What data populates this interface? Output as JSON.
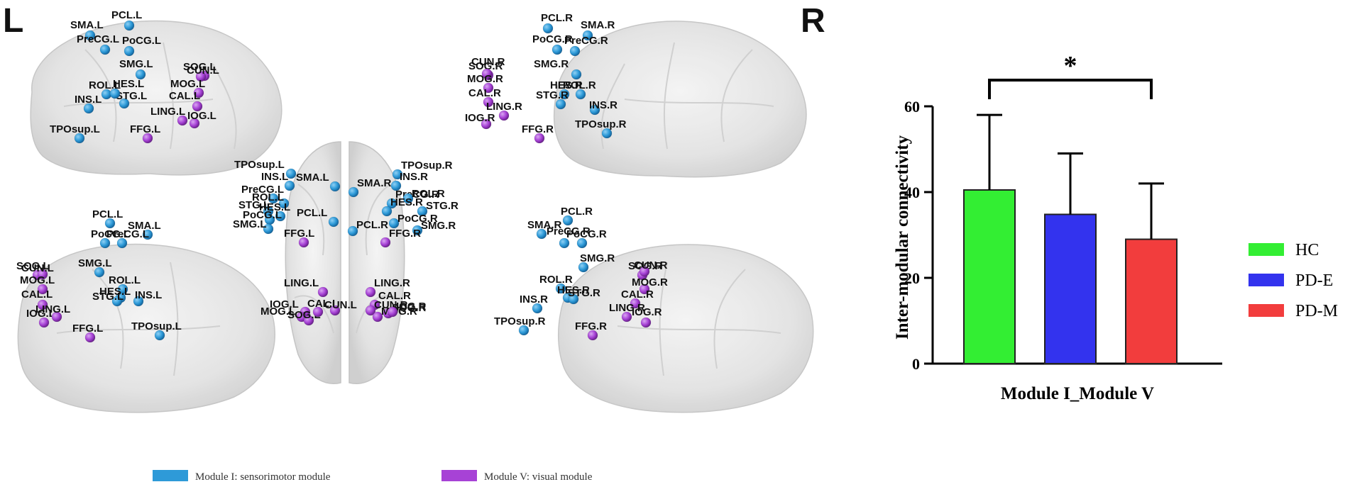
{
  "figure": {
    "left_label": "L",
    "right_label": "R"
  },
  "colors": {
    "module1": "#2e9ad8",
    "module5": "#a742d6",
    "hc": "#33ee33",
    "pde": "#3333ee",
    "pdm": "#f23d3d"
  },
  "legend_modules": [
    {
      "label": "Module I: sensorimotor module",
      "color": "#2e9ad8"
    },
    {
      "label": "Module V: visual module",
      "color": "#a742d6"
    }
  ],
  "brain_views": [
    {
      "view": "left-lateral",
      "nodes": [
        {
          "label": "PCL.L",
          "module": 1
        },
        {
          "label": "SMA.L",
          "module": 1
        },
        {
          "label": "PreCG.L",
          "module": 1
        },
        {
          "label": "PoCG.L",
          "module": 1
        },
        {
          "label": "SMG.L",
          "module": 1
        },
        {
          "label": "ROL.L",
          "module": 1
        },
        {
          "label": "STG.L",
          "module": 1
        },
        {
          "label": "HES.L",
          "module": 1
        },
        {
          "label": "INS.L",
          "module": 1
        },
        {
          "label": "TPOsup.L",
          "module": 1
        },
        {
          "label": "SOG.L",
          "module": 5
        },
        {
          "label": "CUN.L",
          "module": 5
        },
        {
          "label": "MOG.L",
          "module": 5
        },
        {
          "label": "CAL.L",
          "module": 5
        },
        {
          "label": "LING.L",
          "module": 5
        },
        {
          "label": "IOG.L",
          "module": 5
        },
        {
          "label": "FFG.L",
          "module": 5
        }
      ]
    },
    {
      "view": "right-lateral",
      "nodes": [
        {
          "label": "PCL.R",
          "module": 1
        },
        {
          "label": "SMA.R",
          "module": 1
        },
        {
          "label": "PoCG.R",
          "module": 1
        },
        {
          "label": "PreCG.R",
          "module": 1
        },
        {
          "label": "SMG.R",
          "module": 1
        },
        {
          "label": "ROL.R",
          "module": 1
        },
        {
          "label": "HES.R",
          "module": 1
        },
        {
          "label": "STG.R",
          "module": 1
        },
        {
          "label": "INS.R",
          "module": 1
        },
        {
          "label": "TPOsup.R",
          "module": 1
        },
        {
          "label": "SOG.R",
          "module": 5
        },
        {
          "label": "CUN.R",
          "module": 5
        },
        {
          "label": "MOG.R",
          "module": 5
        },
        {
          "label": "CAL.R",
          "module": 5
        },
        {
          "label": "LING.R",
          "module": 5
        },
        {
          "label": "IOG.R",
          "module": 5
        },
        {
          "label": "FFG.R",
          "module": 5
        }
      ]
    },
    {
      "view": "dorsal",
      "nodes": [
        {
          "label": "TPOsup.L",
          "module": 1
        },
        {
          "label": "INS.L",
          "module": 1
        },
        {
          "label": "SMA.L",
          "module": 1
        },
        {
          "label": "PreCG.L",
          "module": 1
        },
        {
          "label": "ROL.L",
          "module": 1
        },
        {
          "label": "STG.L",
          "module": 1
        },
        {
          "label": "HES.L",
          "module": 1
        },
        {
          "label": "PoCG.L",
          "module": 1
        },
        {
          "label": "PCL.L",
          "module": 1
        },
        {
          "label": "SMG.L",
          "module": 1
        },
        {
          "label": "FFG.L",
          "module": 5
        },
        {
          "label": "LING.L",
          "module": 5
        },
        {
          "label": "IOG.L",
          "module": 5
        },
        {
          "label": "MOG.L",
          "module": 5
        },
        {
          "label": "SOG.L",
          "module": 5
        },
        {
          "label": "CAL.L",
          "module": 5
        },
        {
          "label": "CUN.L",
          "module": 5
        },
        {
          "label": "TPOsup.R",
          "module": 1
        },
        {
          "label": "INS.R",
          "module": 1
        },
        {
          "label": "SMA.R",
          "module": 1
        },
        {
          "label": "PreCG.R",
          "module": 1
        },
        {
          "label": "ROL.R",
          "module": 1
        },
        {
          "label": "HES.R",
          "module": 1
        },
        {
          "label": "STG.R",
          "module": 1
        },
        {
          "label": "PoCG.R",
          "module": 1
        },
        {
          "label": "PCL.R",
          "module": 1
        },
        {
          "label": "SMG.R",
          "module": 1
        },
        {
          "label": "FFG.R",
          "module": 5
        },
        {
          "label": "LING.R",
          "module": 5
        },
        {
          "label": "CAL.R",
          "module": 5
        },
        {
          "label": "CUN.R",
          "module": 5
        },
        {
          "label": "SOG.R",
          "module": 5
        },
        {
          "label": "MOG.R",
          "module": 5
        },
        {
          "label": "IOG.R",
          "module": 5
        }
      ]
    },
    {
      "view": "left-medial",
      "nodes": [
        {
          "label": "PCL.L",
          "module": 1
        },
        {
          "label": "SMA.L",
          "module": 1
        },
        {
          "label": "PoCG.L",
          "module": 1
        },
        {
          "label": "PreCG.L",
          "module": 1
        },
        {
          "label": "SMG.L",
          "module": 1
        },
        {
          "label": "ROL.L",
          "module": 1
        },
        {
          "label": "HES.L",
          "module": 1
        },
        {
          "label": "STG.L",
          "module": 1
        },
        {
          "label": "INS.L",
          "module": 1
        },
        {
          "label": "TPOsup.L",
          "module": 1
        },
        {
          "label": "SOG.L",
          "module": 5
        },
        {
          "label": "CUN.L",
          "module": 5
        },
        {
          "label": "MOG.L",
          "module": 5
        },
        {
          "label": "CAL.L",
          "module": 5
        },
        {
          "label": "IOG.L",
          "module": 5
        },
        {
          "label": "LING.L",
          "module": 5
        },
        {
          "label": "FFG.L",
          "module": 5
        }
      ]
    },
    {
      "view": "right-medial",
      "nodes": [
        {
          "label": "PCL.R",
          "module": 1
        },
        {
          "label": "SMA.R",
          "module": 1
        },
        {
          "label": "PreCG.R",
          "module": 1
        },
        {
          "label": "PoCG.R",
          "module": 1
        },
        {
          "label": "SMG.R",
          "module": 1
        },
        {
          "label": "ROL.R",
          "module": 1
        },
        {
          "label": "HES.R",
          "module": 1
        },
        {
          "label": "STG.R",
          "module": 1
        },
        {
          "label": "INS.R",
          "module": 1
        },
        {
          "label": "TPOsup.R",
          "module": 1
        },
        {
          "label": "SOG.R",
          "module": 5
        },
        {
          "label": "CUN.R",
          "module": 5
        },
        {
          "label": "MOG.R",
          "module": 5
        },
        {
          "label": "CAL.R",
          "module": 5
        },
        {
          "label": "LING.R",
          "module": 5
        },
        {
          "label": "IOG.R",
          "module": 5
        },
        {
          "label": "FFG.R",
          "module": 5
        }
      ]
    }
  ],
  "chart_data": {
    "type": "bar",
    "categories": [
      "HC",
      "PD-E",
      "PD-M"
    ],
    "series": [
      {
        "name": "HC",
        "value": 40.5,
        "error": 17.5,
        "color": "#33ee33"
      },
      {
        "name": "PD-E",
        "value": 34.8,
        "error": 14.2,
        "color": "#3333ee"
      },
      {
        "name": "PD-M",
        "value": 29.0,
        "error": 13.0,
        "color": "#f23d3d"
      }
    ],
    "xlabel": "Module I_Module V",
    "ylabel": "Inter-modular connectivity",
    "ylim": [
      0,
      60
    ],
    "yticks": [
      0,
      20,
      40,
      60
    ],
    "significance": {
      "from": "HC",
      "to": "PD-M",
      "label": "*"
    },
    "legend": [
      "HC",
      "PD-E",
      "PD-M"
    ],
    "legend_position": "right",
    "grid": false
  }
}
